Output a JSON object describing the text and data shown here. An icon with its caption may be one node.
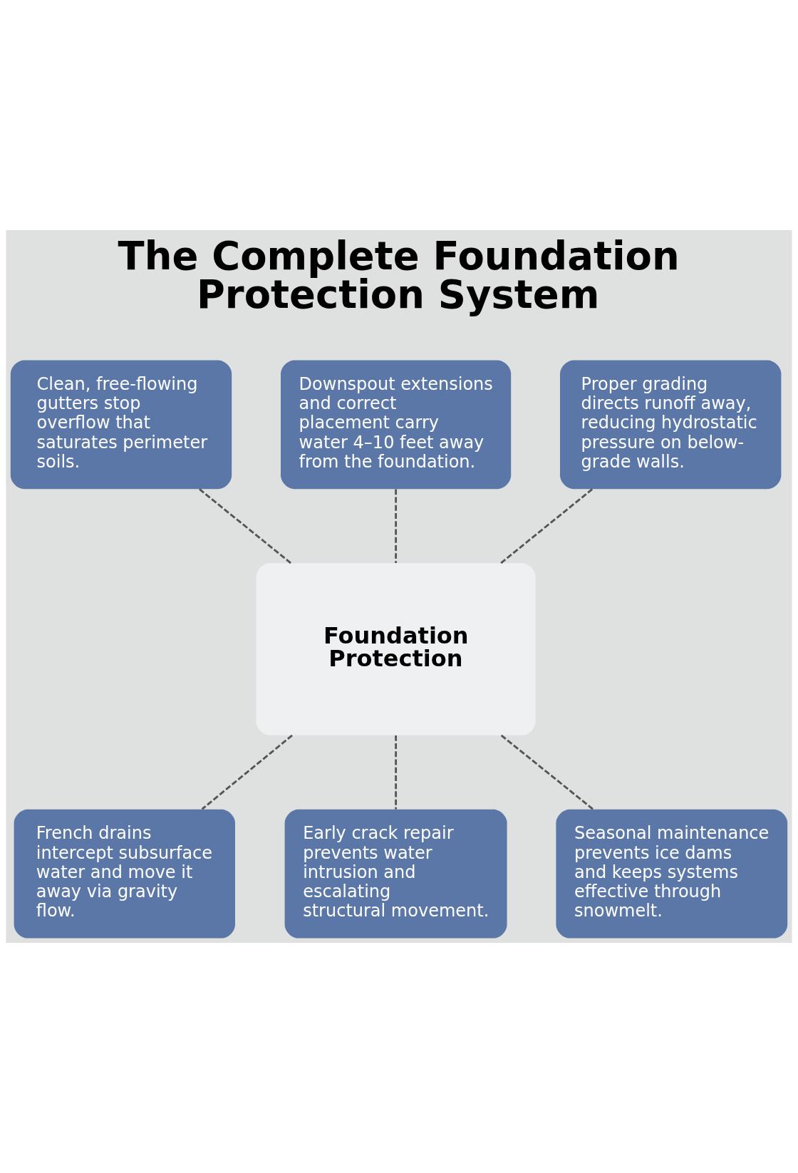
{
  "diagram": {
    "title": "The Complete Foundation Protection System",
    "nodes": [
      {
        "text": [
          "Clean, free-flowing gutters stop overflow that saturates perimeter soils."
        ]
      },
      {
        "text": [
          "Downspout extensions and correct placement carry water 4–10 feet away from the foundation."
        ]
      },
      {
        "text": [
          "Proper grading directs runoff away, reducing hydrostatic pressure on below-grade walls."
        ]
      },
      {
        "text": [
          "Foundation Protection"
        ]
      },
      {
        "text": [
          "French drains intercept subsurface water and move it away via gravity flow."
        ]
      },
      {
        "text": [
          "Early crack repair prevents water intrusion and escalating structural movement."
        ]
      },
      {
        "text": [
          "Seasonal maintenance prevents ice dams and keeps systems effective through snowmelt."
        ]
      }
    ],
    "edges": [
      {
        "from": 0,
        "to": 3,
        "arrow": "none",
        "style": "dashed"
      },
      {
        "from": 1,
        "to": 3,
        "arrow": "none",
        "style": "dashed"
      },
      {
        "from": 2,
        "to": 3,
        "arrow": "none",
        "style": "dashed"
      },
      {
        "from": 3,
        "to": 4,
        "arrow": "none",
        "style": "dashed"
      },
      {
        "from": 3,
        "to": 5,
        "arrow": "none",
        "style": "dashed"
      },
      {
        "from": 3,
        "to": 6,
        "arrow": "none",
        "style": "dashed"
      }
    ]
  }
}
